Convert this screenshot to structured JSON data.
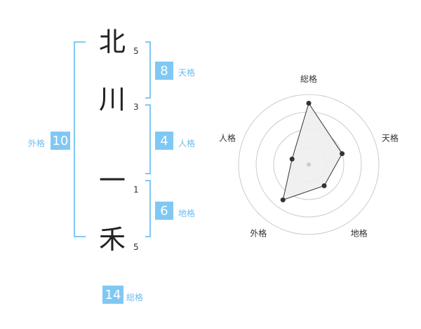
{
  "name": {
    "chars": [
      {
        "char": "北",
        "strokes": "5"
      },
      {
        "char": "川",
        "strokes": "3"
      },
      {
        "char": "一",
        "strokes": "1"
      },
      {
        "char": "禾",
        "strokes": "5"
      }
    ]
  },
  "fortune": {
    "tenkaku": {
      "value": "8",
      "label": "天格"
    },
    "jinkaku": {
      "value": "4",
      "label": "人格"
    },
    "chikaku": {
      "value": "6",
      "label": "地格"
    },
    "gaikaku": {
      "value": "10",
      "label": "外格"
    },
    "soukaku": {
      "value": "14",
      "label": "総格"
    }
  },
  "chart_data": {
    "type": "radar",
    "axes": [
      "総格",
      "天格",
      "地格",
      "外格",
      "人格"
    ],
    "values": [
      14,
      8,
      6,
      10,
      4
    ],
    "scale_note": "",
    "rings": 4,
    "colors": {
      "fill": "#eeeeee",
      "line": "#333333",
      "ring": "#cccccc"
    }
  }
}
